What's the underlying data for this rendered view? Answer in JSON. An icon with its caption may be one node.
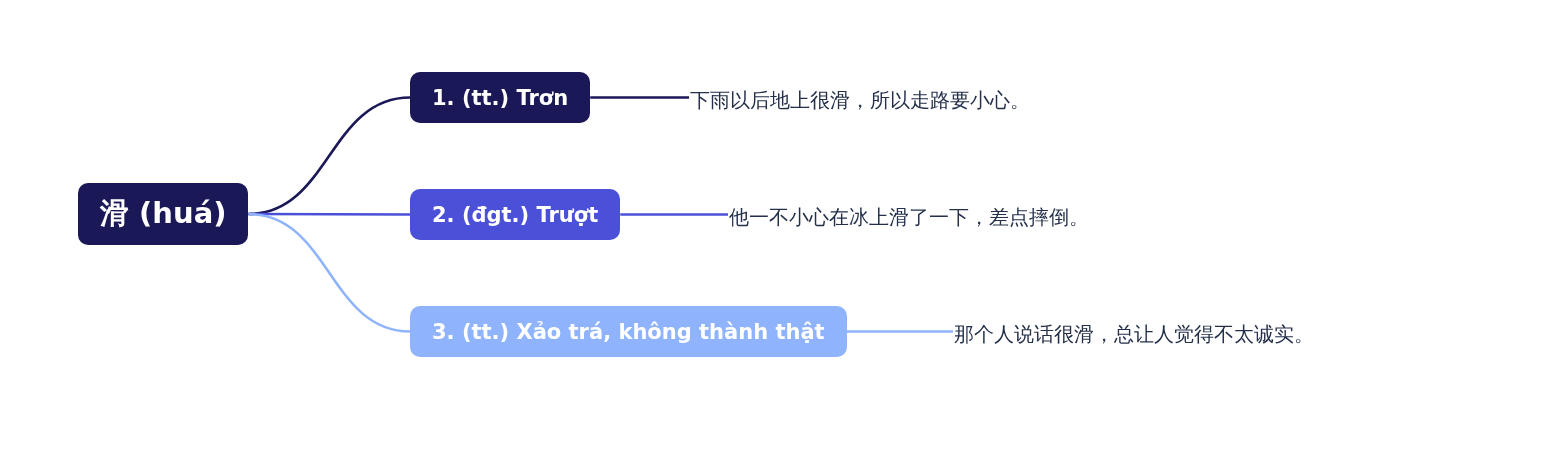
{
  "diagram": {
    "nodes": [
      {
        "text": [
          "滑 (huá)"
        ]
      },
      {
        "text": [
          "1. (tt.) Trơn"
        ]
      },
      {
        "text": [
          "2. (đgt.) Trượt"
        ]
      },
      {
        "text": [
          "3. (tt.) Xảo trá, không thành thật"
        ]
      },
      {
        "text": [
          "下雨以后地上很滑，所以走路要小心。"
        ]
      },
      {
        "text": [
          "他一不小心在冰上滑了一下，差点摔倒。"
        ]
      },
      {
        "text": [
          "那个人说话很滑，总让人觉得不太诚实。"
        ]
      }
    ],
    "edges": [
      {
        "from": 0,
        "to": 1,
        "arrow": "none",
        "color": "#1b1858"
      },
      {
        "from": 0,
        "to": 2,
        "arrow": "none",
        "color": "#4a50d8"
      },
      {
        "from": 0,
        "to": 3,
        "arrow": "none",
        "color": "#8fb4fd"
      },
      {
        "from": 1,
        "to": 4,
        "arrow": "none",
        "color": "#1b1858"
      },
      {
        "from": 2,
        "to": 5,
        "arrow": "none",
        "color": "#4a50d8"
      },
      {
        "from": 3,
        "to": 6,
        "arrow": "none",
        "color": "#8fb4fd"
      }
    ]
  }
}
